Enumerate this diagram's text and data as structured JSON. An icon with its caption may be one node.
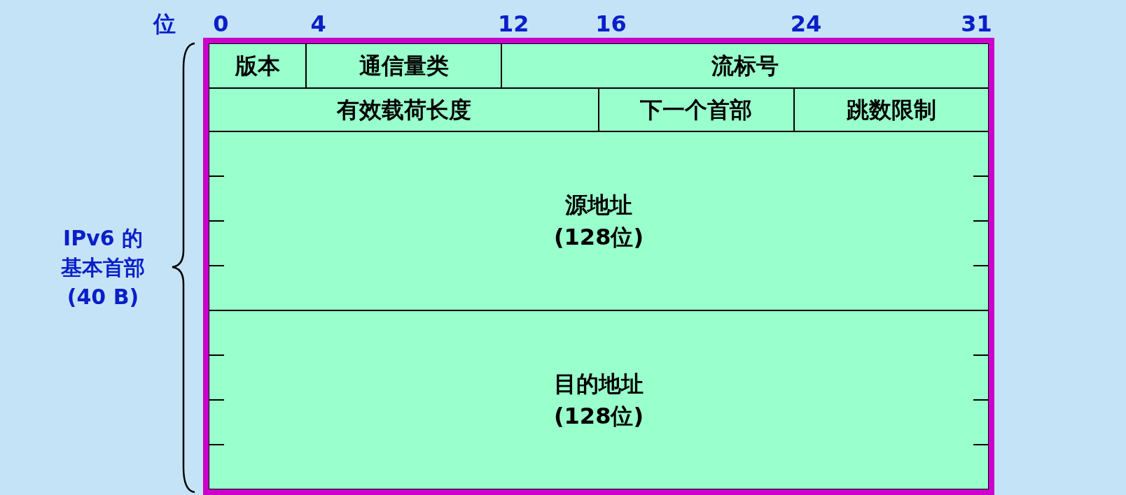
{
  "diagram": {
    "nodes": [
      {
        "text": [],
        "shape": "box"
      },
      {
        "text": [
          "版本"
        ],
        "in": 0
      },
      {
        "text": [
          "通信量类"
        ],
        "in": 0
      },
      {
        "text": [
          "流标号"
        ],
        "in": 0
      },
      {
        "text": [
          "有效载荷长度"
        ],
        "in": 0
      },
      {
        "text": [
          "下一个首部"
        ],
        "in": 0
      },
      {
        "text": [
          "跳数限制"
        ],
        "in": 0
      },
      {
        "text": [
          "源地址 (128位)"
        ],
        "in": 0
      },
      {
        "text": [
          "目的地址 (128位)"
        ],
        "in": 0
      }
    ],
    "edges": [],
    "labels": [
      "位",
      "0",
      "4",
      "12",
      "16",
      "24",
      "31",
      "IPv6 的基本首部 (40 B)"
    ]
  }
}
